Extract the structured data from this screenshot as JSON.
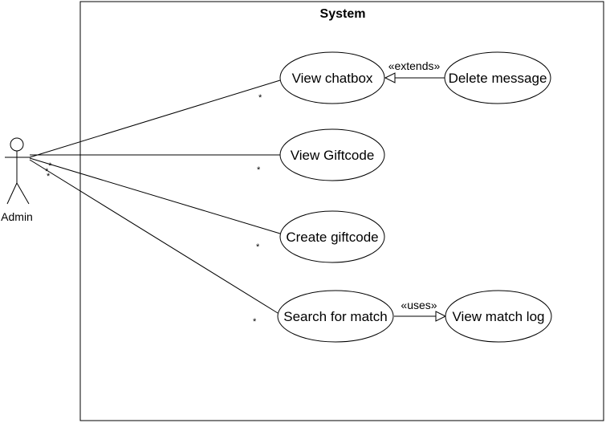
{
  "system": {
    "title": "System"
  },
  "actor": {
    "name": "Admin"
  },
  "use_cases": {
    "view_chatbox": "View chatbox",
    "delete_message": "Delete message",
    "view_giftcode": "View Giftcode",
    "create_giftcode": "Create giftcode",
    "search_for_match": "Search for match",
    "view_match_log": "View match log"
  },
  "relations": {
    "extends": "«extends»",
    "uses": "«uses»"
  },
  "multiplicity": {
    "view_chatbox": "*",
    "view_giftcode": "*",
    "create_giftcode": "*",
    "search_for_match": "*"
  }
}
